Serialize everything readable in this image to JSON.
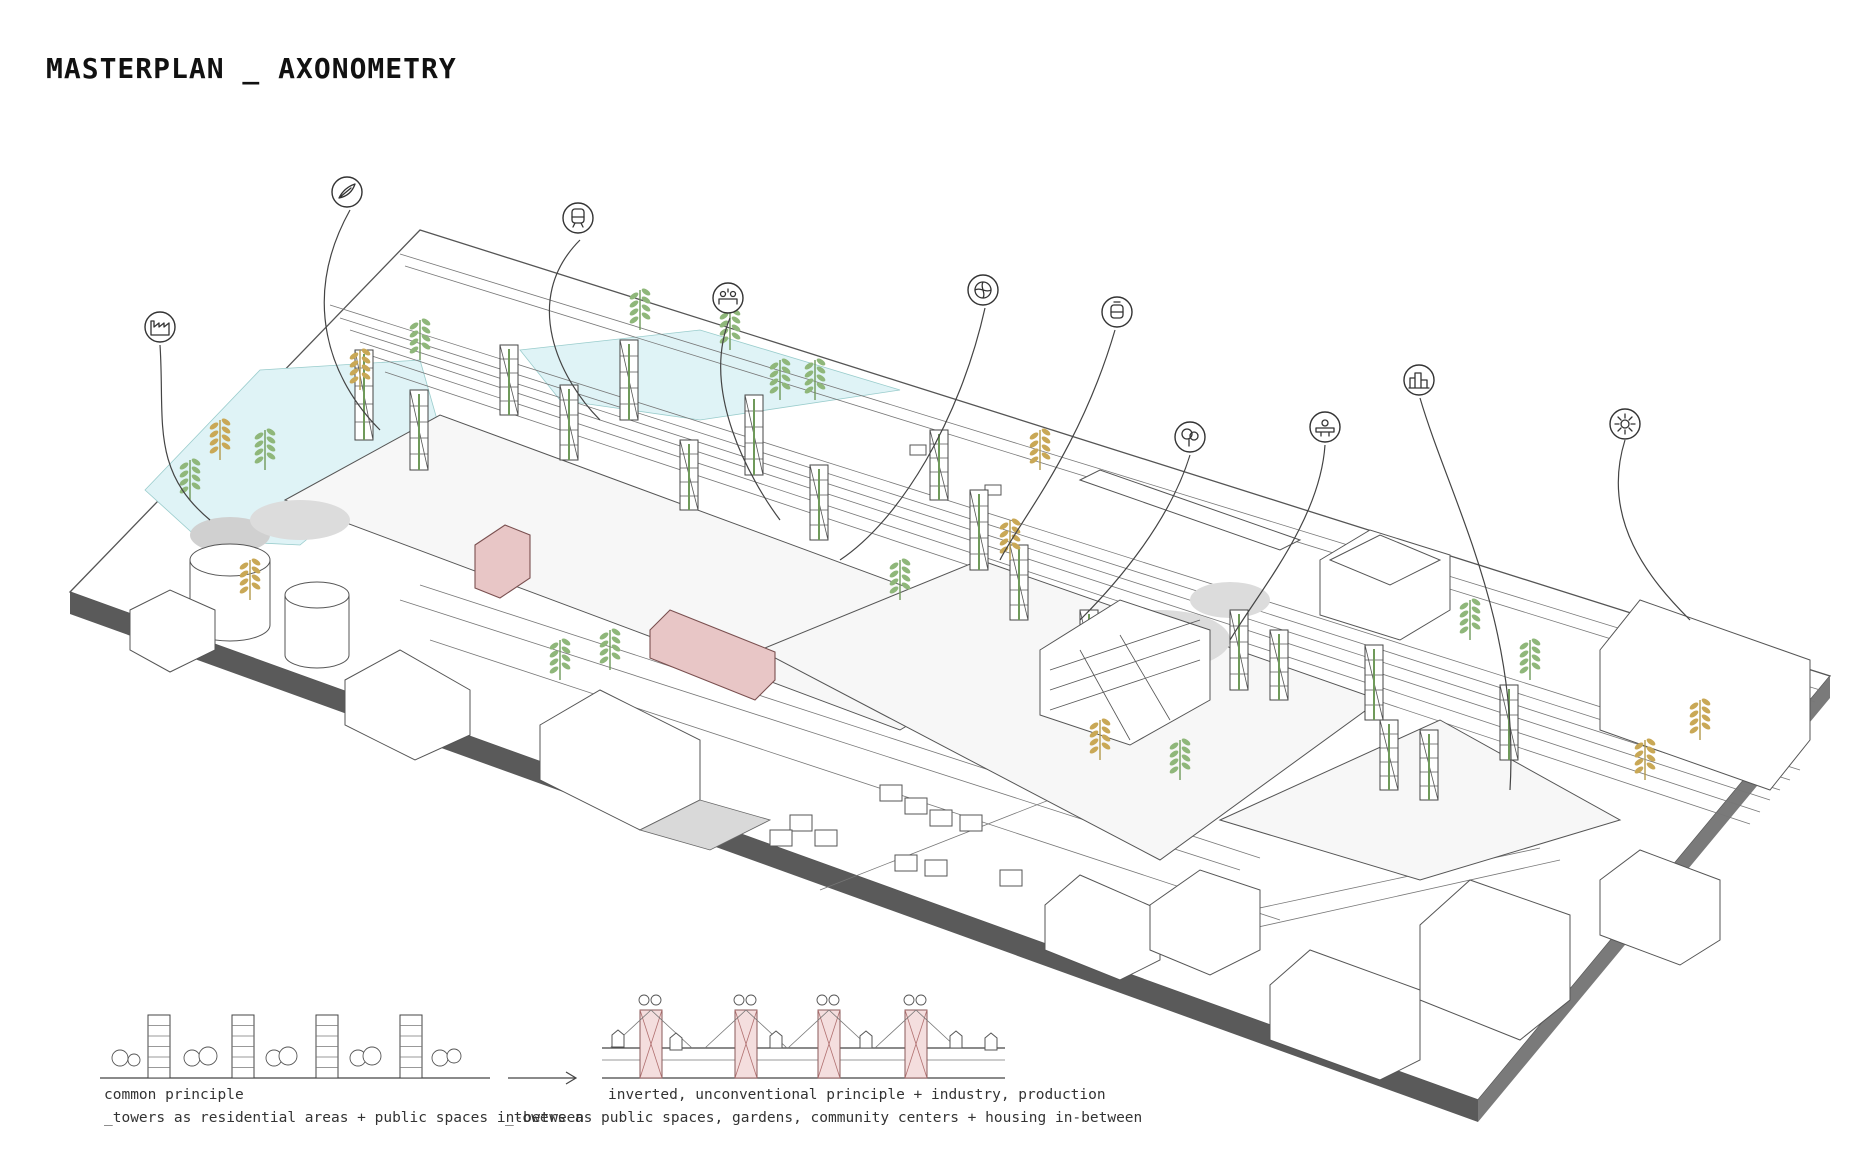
{
  "title": "MASTERPLAN _ AXONOMETRY",
  "icons": [
    {
      "name": "factory-icon"
    },
    {
      "name": "leaf-hand-icon"
    },
    {
      "name": "train-icon"
    },
    {
      "name": "community-icon"
    },
    {
      "name": "sport-ball-icon"
    },
    {
      "name": "tram-icon"
    },
    {
      "name": "tree-icon"
    },
    {
      "name": "workshop-icon"
    },
    {
      "name": "city-buildings-icon"
    },
    {
      "name": "gear-icon"
    }
  ],
  "colors": {
    "line": "#444444",
    "pink_building": "#e8c6c6",
    "water": "#dff3f6",
    "plant_green": "#8fb77a",
    "plant_olive": "#c9a856",
    "base_shadow": "#555555"
  },
  "captions": {
    "common": {
      "line1": "common principle",
      "line2": "_towers as residential areas + public spaces in-between"
    },
    "inverted": {
      "line1": "inverted, unconventional principle + industry, production",
      "line2": "_towers as public spaces, gardens, community centers + housing in-between"
    }
  }
}
